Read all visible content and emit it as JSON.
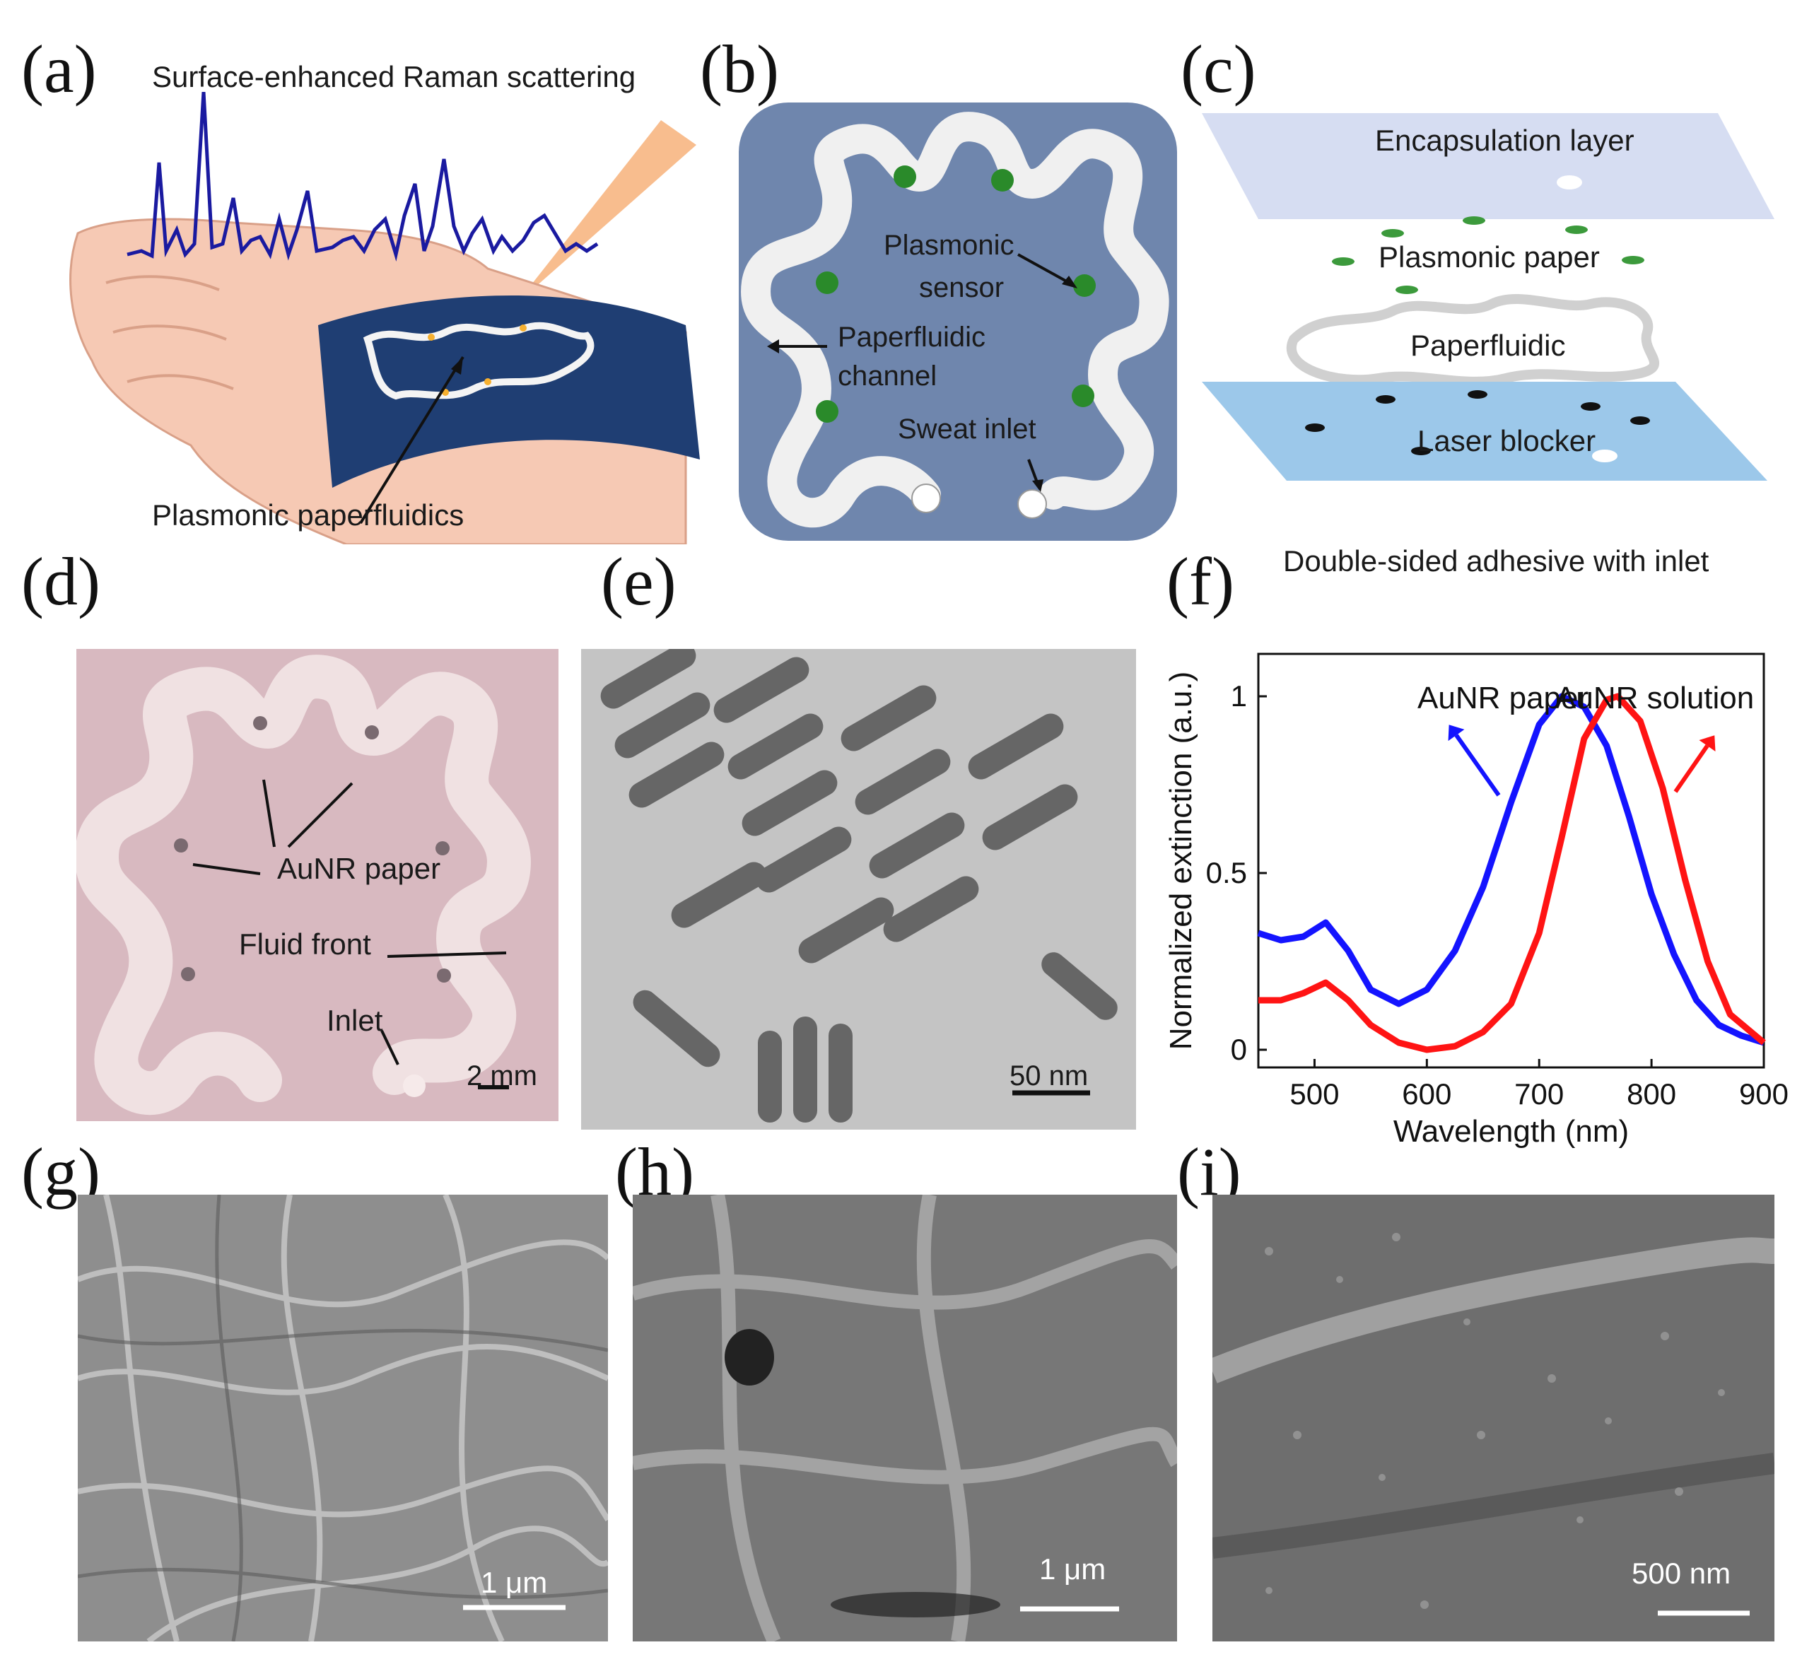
{
  "panels": {
    "a": {
      "letter": "(a)",
      "raman_title": "Surface-enhanced Raman scattering",
      "device_label": "Plasmonic paperfluidics",
      "colors": {
        "spectrum": "#1a1aa0",
        "skin": "#f6c9b4",
        "patch": "#1f3e73",
        "laser": "#f7b27a"
      }
    },
    "b": {
      "letter": "(b)",
      "sensor_label_1": "Plasmonic",
      "sensor_label_2": "sensor",
      "channel_label_1": "Paperfluidic",
      "channel_label_2": "channel",
      "inlet_label": "Sweat inlet",
      "colors": {
        "base": "#6f86ad",
        "channel": "#f0f0f0",
        "sensor": "#2a8a2a"
      }
    },
    "c": {
      "letter": "(c)",
      "layer_1": "Encapsulation layer",
      "layer_2": "Plasmonic paper",
      "layer_3": "Paperfluidic",
      "layer_4": "Laser blocker",
      "layer_5": "Double-sided adhesive with inlet",
      "colors": {
        "encapsulation": "#d6ddf2",
        "blocker": "#9cc8ea",
        "dots": "#3c9a3c"
      }
    },
    "d": {
      "letter": "(d)",
      "aunr_label": "AuNR paper",
      "fluid_label": "Fluid front",
      "inlet_label": "Inlet",
      "scale": "2 mm"
    },
    "e": {
      "letter": "(e)",
      "scale": "50 nm"
    },
    "f": {
      "letter": "(f)"
    },
    "g": {
      "letter": "(g)",
      "scale": "1 μm"
    },
    "h": {
      "letter": "(h)",
      "scale": "1 μm"
    },
    "i": {
      "letter": "(i)",
      "scale": "500 nm"
    }
  },
  "chart_data": {
    "type": "line",
    "xlabel": "Wavelength (nm)",
    "ylabel": "Normalized extinction (a.u.)",
    "xlim": [
      450,
      900
    ],
    "ylim": [
      -0.05,
      1.12
    ],
    "x_ticks": [
      "500",
      "600",
      "700",
      "800",
      "900"
    ],
    "y_ticks": [
      "0",
      "0.5",
      "1"
    ],
    "series": [
      {
        "name": "AuNR paper",
        "color": "#1414ff",
        "x": [
          450,
          470,
          490,
          510,
          530,
          550,
          575,
          600,
          625,
          650,
          675,
          700,
          720,
          740,
          760,
          780,
          800,
          820,
          840,
          860,
          880,
          900
        ],
        "y": [
          0.33,
          0.31,
          0.32,
          0.36,
          0.28,
          0.17,
          0.13,
          0.17,
          0.28,
          0.46,
          0.7,
          0.92,
          1.0,
          0.97,
          0.86,
          0.66,
          0.44,
          0.27,
          0.14,
          0.07,
          0.04,
          0.02
        ]
      },
      {
        "name": "AuNR solution",
        "color": "#ff1414",
        "x": [
          450,
          470,
          490,
          510,
          530,
          550,
          575,
          600,
          625,
          650,
          675,
          700,
          720,
          740,
          760,
          770,
          790,
          810,
          830,
          850,
          870,
          900
        ],
        "y": [
          0.14,
          0.14,
          0.16,
          0.19,
          0.14,
          0.07,
          0.02,
          0.0,
          0.01,
          0.05,
          0.13,
          0.33,
          0.6,
          0.88,
          0.99,
          1.0,
          0.93,
          0.74,
          0.48,
          0.25,
          0.1,
          0.02
        ]
      }
    ]
  }
}
